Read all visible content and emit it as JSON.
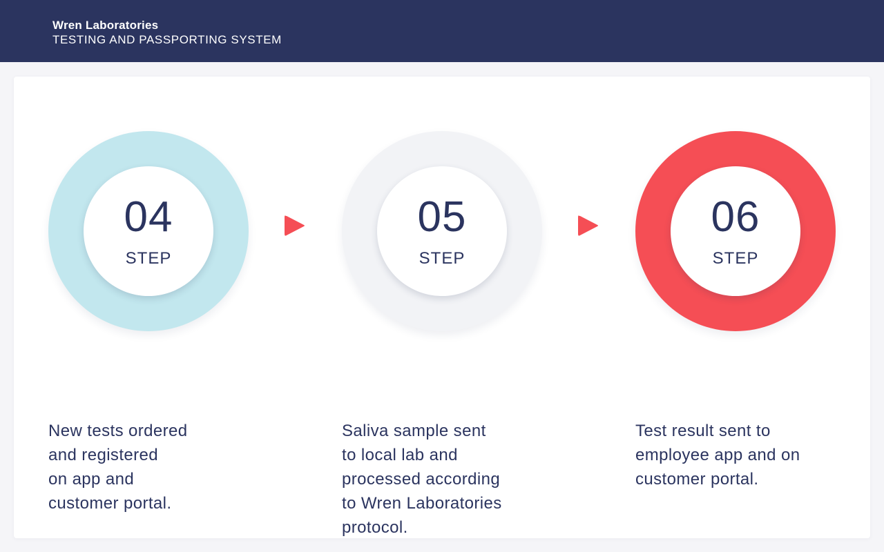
{
  "header": {
    "company": "Wren Laboratories",
    "subtitle": "TESTING AND PASSPORTING SYSTEM"
  },
  "colors": {
    "header_bg": "#2b345f",
    "accent_red": "#f54e55",
    "ring_light_blue": "#c2e7ee",
    "ring_grey": "#f2f3f6",
    "text_dark": "#2b345f"
  },
  "steps": [
    {
      "number": "04",
      "label": "STEP",
      "ring_color": "#c2e7ee",
      "description_lines": [
        "New tests ordered",
        "and registered",
        "on app and",
        "customer portal."
      ]
    },
    {
      "number": "05",
      "label": "STEP",
      "ring_color": "#f2f3f6",
      "description_lines": [
        "Saliva sample sent",
        "to local lab and",
        "processed according",
        "to Wren Laboratories",
        "protocol."
      ]
    },
    {
      "number": "06",
      "label": "STEP",
      "ring_color": "#f54e55",
      "description_lines": [
        "Test result sent to",
        "employee app and on",
        "customer portal."
      ]
    }
  ],
  "icons": {
    "arrow": "play-arrow-icon"
  }
}
